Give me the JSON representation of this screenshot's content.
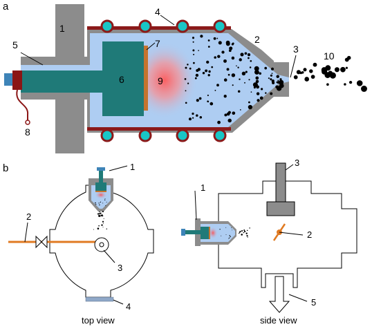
{
  "panels": {
    "a": "a",
    "b": "b"
  },
  "panel_a_labels": {
    "l1": "1",
    "l2": "2",
    "l3": "3",
    "l4": "4",
    "l5": "5",
    "l6": "6",
    "l7": "7",
    "l8": "8",
    "l9": "9",
    "l10": "10"
  },
  "top_view": {
    "l1": "1",
    "l2": "2",
    "l3": "3",
    "l4": "4",
    "caption": "top view"
  },
  "side_view": {
    "l1": "1",
    "l2": "2",
    "l3": "3",
    "l5": "5",
    "caption": "side view"
  },
  "colors": {
    "housing": "#8c8c8c",
    "chamber": "#aecdf2",
    "electrode": "#1f7a78",
    "plate": "#c5742e",
    "coil_wire": "#8b1a1a",
    "coil_ring": "#19c6c6",
    "glow": "#ff6b6b",
    "tube": "#e07a22",
    "base_plate": "#8fa8c8",
    "connector": "#8b1515"
  }
}
